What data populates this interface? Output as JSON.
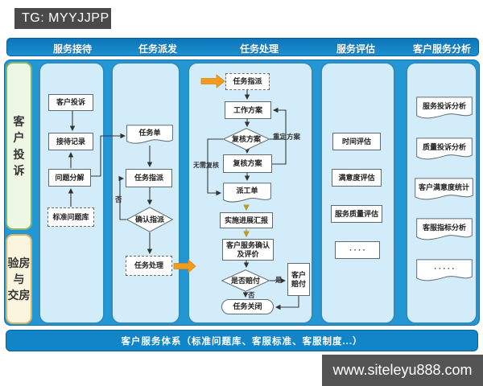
{
  "watermarks": {
    "top": "TG: MYYJJPP",
    "bottom": "www.siteleyu888.com"
  },
  "diagram": {
    "headers": [
      "服务接待",
      "任务派发",
      "任务处理",
      "服务评估",
      "客户服务分析"
    ],
    "sidebar": [
      {
        "label": "客\n户\n投\n诉"
      },
      {
        "label": "验房\n与\n交房"
      }
    ],
    "lanes": [
      {
        "title": "服务接待",
        "nodes": [
          "客户投诉",
          "接待记录",
          "问题分解",
          "标准问题库"
        ]
      },
      {
        "title": "任务派发",
        "nodes": [
          "任务单",
          "任务指派",
          "确认指派",
          "任务处理"
        ]
      },
      {
        "title": "任务处理",
        "nodes": [
          "任务指派",
          "工作方案",
          "复核方案",
          "复核方案",
          "派工单",
          "实施进展汇报",
          "客户服务确认\n及评价",
          "是否赔付",
          "客户\n赔付",
          "任务关闭"
        ]
      },
      {
        "title": "服务评估",
        "nodes": [
          "时间评估",
          "满意度评估",
          "服务质量评估",
          "· · · ·"
        ]
      },
      {
        "title": "客户服务分析",
        "nodes": [
          "服务投诉分析",
          "质量投诉分析",
          "客户满意度统计",
          "客服指标分析",
          "· · · · ·"
        ]
      }
    ],
    "edge_labels": {
      "dispatch_no": "否",
      "no_review": "无需复核",
      "redefine": "重定方案",
      "pay_yes": "是",
      "pay_no": "否"
    },
    "footer": "客户服务体系（标准问题库、客服标准、客服制度...）",
    "colors": {
      "panel_bg": "#2397d3",
      "bar_bg": "#1285c8",
      "lane_bg": "#d3ecf9",
      "lane_border": "#2e8cc0",
      "sidebar_green": "#eef6e4",
      "sidebar_yellow": "#fbf5df",
      "orange_arrow": "#f29b1e",
      "gold_arrow": "#b99b28",
      "watermark_bg": "#4a4a4a"
    }
  }
}
